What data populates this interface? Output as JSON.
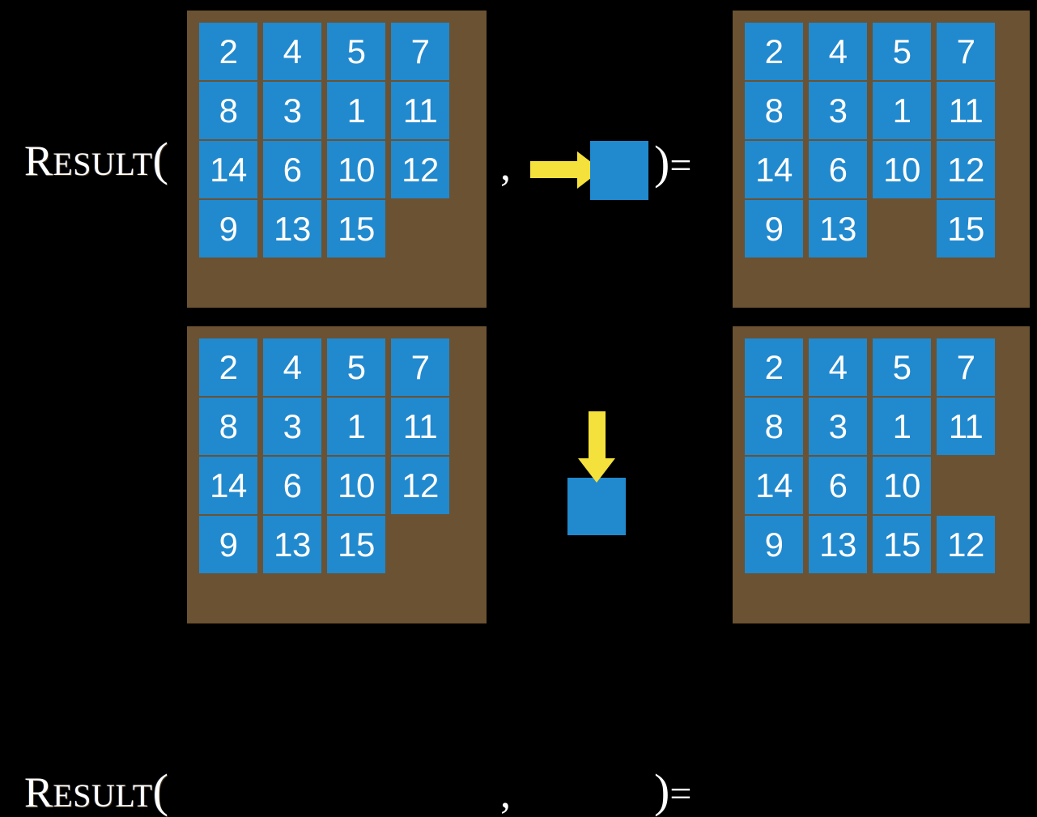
{
  "page": {
    "background_color": "#000000",
    "tile_color": "#2189ce",
    "board_color": "#6b5232",
    "empty_cell_color": "#655634",
    "arrow_color": "#f5e13c",
    "text_color": "#ffffff"
  },
  "labels": {
    "result_cap": "R",
    "result_rest": "ESULT",
    "open_paren": "(",
    "comma": ",",
    "close_paren": ")",
    "equals": "="
  },
  "rows": [
    {
      "id": "row-1",
      "label": "RESULT(",
      "operand": {
        "type": "move-right",
        "arrow_icon": "arrow-right-icon",
        "tile_label": ""
      },
      "input_board": {
        "rows": 4,
        "cols": 4,
        "cells": [
          [
            "2",
            "4",
            "5",
            "7"
          ],
          [
            "8",
            "3",
            "1",
            "11"
          ],
          [
            "14",
            "6",
            "10",
            "12"
          ],
          [
            "9",
            "13",
            "15",
            ""
          ]
        ]
      },
      "output_board": {
        "rows": 4,
        "cols": 4,
        "cells": [
          [
            "2",
            "4",
            "5",
            "7"
          ],
          [
            "8",
            "3",
            "1",
            "11"
          ],
          [
            "14",
            "6",
            "10",
            "12"
          ],
          [
            "9",
            "13",
            "",
            "15"
          ]
        ]
      }
    },
    {
      "id": "row-2",
      "label": "RESULT(",
      "operand": {
        "type": "move-down",
        "arrow_icon": "arrow-down-icon",
        "tile_label": ""
      },
      "input_board": {
        "rows": 4,
        "cols": 4,
        "cells": [
          [
            "2",
            "4",
            "5",
            "7"
          ],
          [
            "8",
            "3",
            "1",
            "11"
          ],
          [
            "14",
            "6",
            "10",
            "12"
          ],
          [
            "9",
            "13",
            "15",
            ""
          ]
        ]
      },
      "output_board": {
        "rows": 4,
        "cols": 4,
        "cells": [
          [
            "2",
            "4",
            "5",
            "7"
          ],
          [
            "8",
            "3",
            "1",
            "11"
          ],
          [
            "14",
            "6",
            "10",
            ""
          ],
          [
            "9",
            "13",
            "15",
            "12"
          ]
        ]
      }
    }
  ]
}
